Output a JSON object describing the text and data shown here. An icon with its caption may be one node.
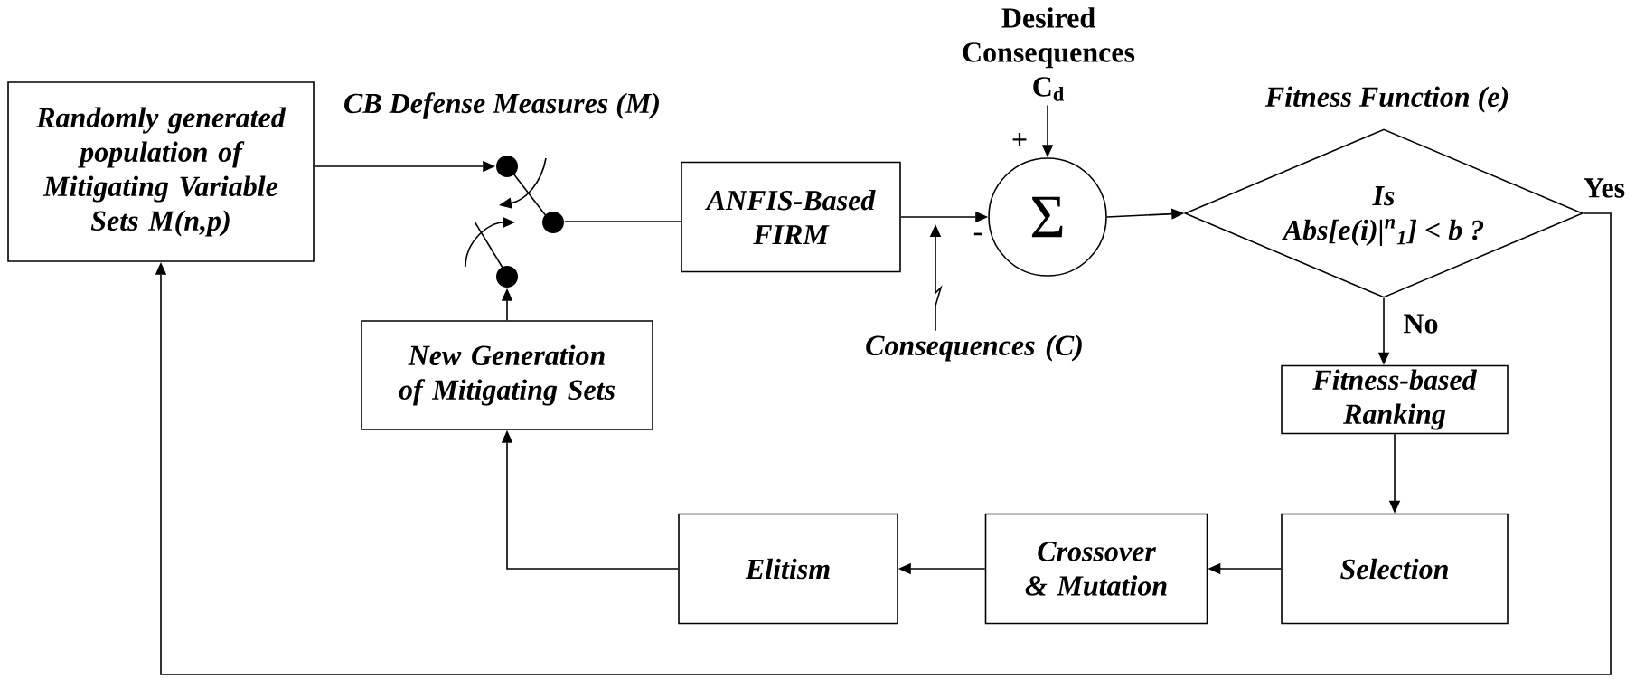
{
  "diagram": {
    "nodes": [
      {
        "text": [
          "Randomly generated population of Mitigating Variable Sets M(n,p)"
        ]
      },
      {
        "text": [],
        "shape": "switch",
        "beside": [
          "CB Defense Measures (M)"
        ]
      },
      {
        "text": [
          "ANFIS-Based FIRM"
        ]
      },
      {
        "text": [
          "Σ"
        ]
      },
      {
        "text": [
          "Desired Consequences",
          "C$_{d}$"
        ]
      },
      {
        "text": [
          "Consequences (C)"
        ]
      },
      {
        "text": [
          "Fitness Function (e)",
          "Is",
          "Abs[e(i)|$^{n}$$_{1}$] < b ?"
        ]
      },
      {
        "text": [
          "Fitness-based Ranking"
        ]
      },
      {
        "text": [
          "Selection"
        ]
      },
      {
        "text": [
          "Crossover & Mutation"
        ]
      },
      {
        "text": [
          "Elitism"
        ]
      },
      {
        "text": [
          "New Generation of Mitigating Sets"
        ]
      }
    ],
    "edges": [
      {
        "from": 0,
        "to": 1,
        "arrow": "to"
      },
      {
        "from": 1,
        "to": 2,
        "arrow": "none"
      },
      {
        "from": 2,
        "to": 3,
        "arrow": "to"
      },
      {
        "from": 4,
        "to": 3,
        "arrow": "to"
      },
      {
        "from": 5,
        "to": null,
        "arrow": "to"
      },
      {
        "from": 3,
        "to": 6,
        "arrow": "to"
      },
      {
        "from": 6,
        "to": 7,
        "arrow": "to",
        "label": "No"
      },
      {
        "from": 7,
        "to": 8,
        "arrow": "to"
      },
      {
        "from": 8,
        "to": 9,
        "arrow": "to"
      },
      {
        "from": 9,
        "to": 10,
        "arrow": "to"
      },
      {
        "from": 10,
        "to": 11,
        "arrow": "to"
      },
      {
        "from": 11,
        "to": 1,
        "arrow": "to"
      },
      {
        "from": 6,
        "to": 0,
        "arrow": "to",
        "label": "Yes"
      }
    ],
    "labels": [
      "+",
      "-"
    ]
  }
}
